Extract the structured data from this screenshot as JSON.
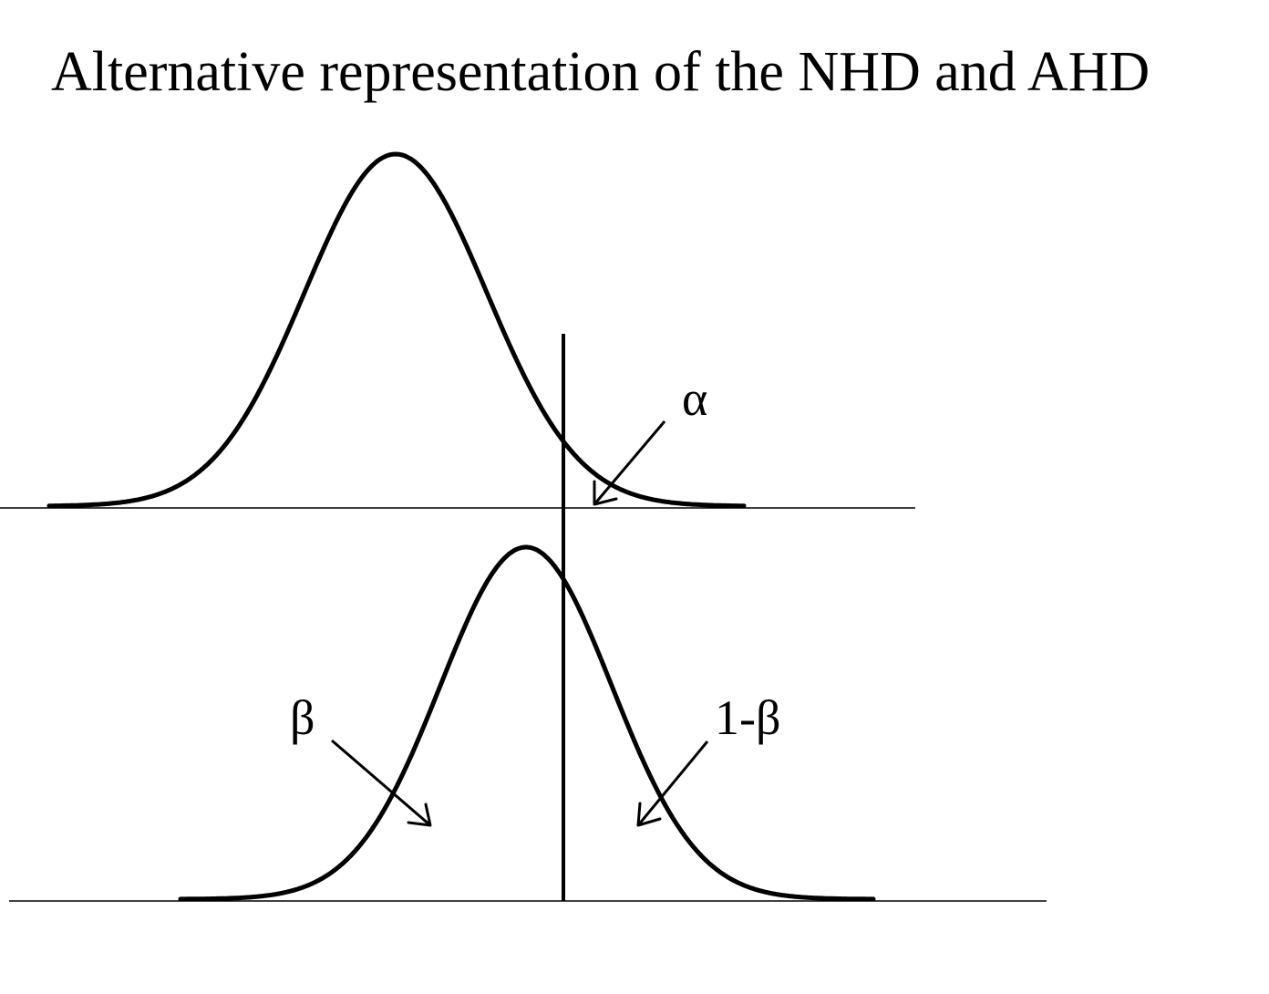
{
  "title": "Alternative representation of the NHD and AHD",
  "labels": {
    "alpha": "α",
    "beta": "β",
    "power": "1-β"
  },
  "colors": {
    "ink": "#000000",
    "background": "#ffffff"
  }
}
